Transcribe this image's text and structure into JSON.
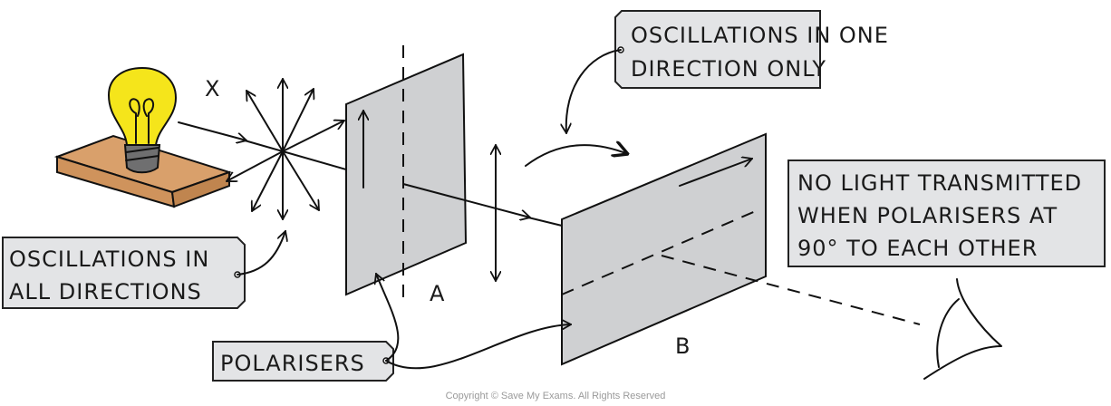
{
  "labels": {
    "one_direction": [
      "OSCILLATIONS IN ONE",
      "DIRECTION ONLY"
    ],
    "all_directions": [
      "OSCILLATIONS IN",
      "ALL DIRECTIONS"
    ],
    "no_light": [
      "NO LIGHT TRANSMITTED",
      "WHEN POLARISERS AT",
      "90° TO EACH OTHER"
    ],
    "polarisers": "POLARISERS",
    "x": "X",
    "a": "A",
    "b": "B"
  },
  "copyright": "Copyright © Save My Exams. All Rights Reserved",
  "colors": {
    "bulb": "#f5e51b",
    "board": "#d29a64",
    "plate": "#cfd0d2",
    "box": "#e3e4e6"
  }
}
